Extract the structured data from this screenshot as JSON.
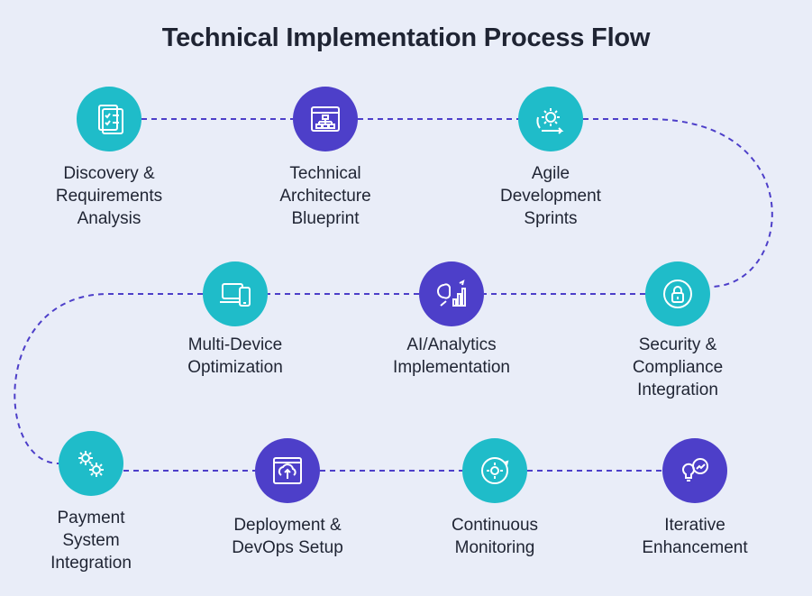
{
  "title": "Technical Implementation Process Flow",
  "colors": {
    "background": "#e9edf8",
    "teal": "#1fbcc9",
    "purple": "#4d3fc9",
    "connector": "#4d3fc9"
  },
  "steps": [
    {
      "label": "Discovery &\nRequirements\nAnalysis",
      "icon": "checklist-icon"
    },
    {
      "label": "Technical\nArchitecture\nBlueprint",
      "icon": "architecture-window-icon"
    },
    {
      "label": "Agile\nDevelopment\nSprints",
      "icon": "sprint-cycle-icon"
    },
    {
      "label": "Security &\nCompliance\nIntegration",
      "icon": "shield-lock-icon"
    },
    {
      "label": "AI/Analytics\nImplementation",
      "icon": "ai-analytics-icon"
    },
    {
      "label": "Multi-Device\nOptimization",
      "icon": "devices-icon"
    },
    {
      "label": "Payment\nSystem\nIntegration",
      "icon": "gears-icon"
    },
    {
      "label": "Deployment &\nDevOps Setup",
      "icon": "cloud-upload-icon"
    },
    {
      "label": "Continuous\nMonitoring",
      "icon": "monitoring-cycle-icon"
    },
    {
      "label": "Iterative\nEnhancement",
      "icon": "idea-growth-icon"
    }
  ]
}
